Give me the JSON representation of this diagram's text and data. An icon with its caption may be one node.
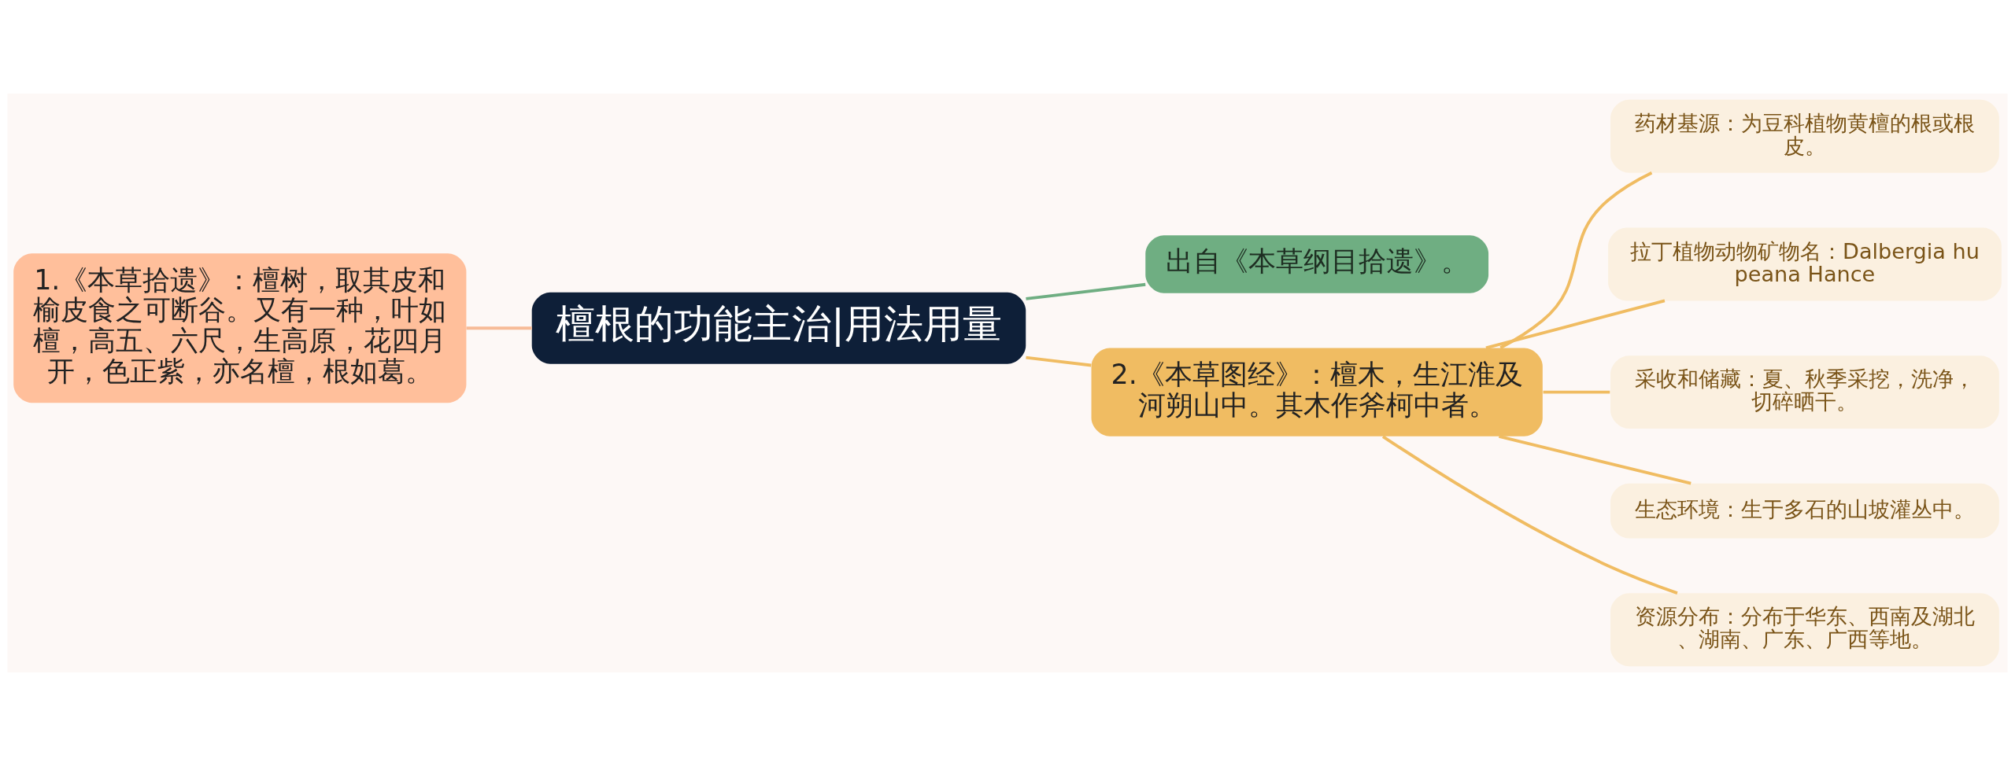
{
  "diagram": {
    "nodes": [
      {
        "text": [
          "檀根的功能主治|用法用量"
        ]
      },
      {
        "text": [
          "1.《本草拾遗》：檀树，取其皮和榆皮食之可断谷。又有一种，叶如檀，高五、六尺，生高原，花四月开，色正紫，亦名檀，根如葛。"
        ]
      },
      {
        "text": [
          "出自《本草纲目拾遗》。"
        ]
      },
      {
        "text": [
          "2.《本草图经》：檀木，生江淮及河朔山中。其木作斧柯中者。"
        ]
      },
      {
        "text": [
          "药材基源：为豆科植物黄檀的根或根皮。"
        ]
      },
      {
        "text": [
          "拉丁植物动物矿物名：Dalbergia hupeana Hance"
        ]
      },
      {
        "text": [
          "采收和储藏：夏、秋季采挖，洗净，切碎晒干。"
        ]
      },
      {
        "text": [
          "生态环境：生于多石的山坡灌丛中。"
        ]
      },
      {
        "text": [
          "资源分布：分布于华东、西南及湖北、湖南、广东、广西等地。"
        ]
      }
    ],
    "edges": [
      {
        "from": 0,
        "to": 1,
        "arrow": "none",
        "color": "#f7bb97"
      },
      {
        "from": 0,
        "to": 2,
        "arrow": "none",
        "color": "#6fae82"
      },
      {
        "from": 0,
        "to": 3,
        "arrow": "none"
      },
      {
        "from": 3,
        "to": 4,
        "arrow": "none"
      },
      {
        "from": 3,
        "to": 5,
        "arrow": "none"
      },
      {
        "from": 3,
        "to": 6,
        "arrow": "none"
      },
      {
        "from": 3,
        "to": 7,
        "arrow": "none"
      },
      {
        "from": 3,
        "to": 8,
        "arrow": "none"
      }
    ]
  }
}
